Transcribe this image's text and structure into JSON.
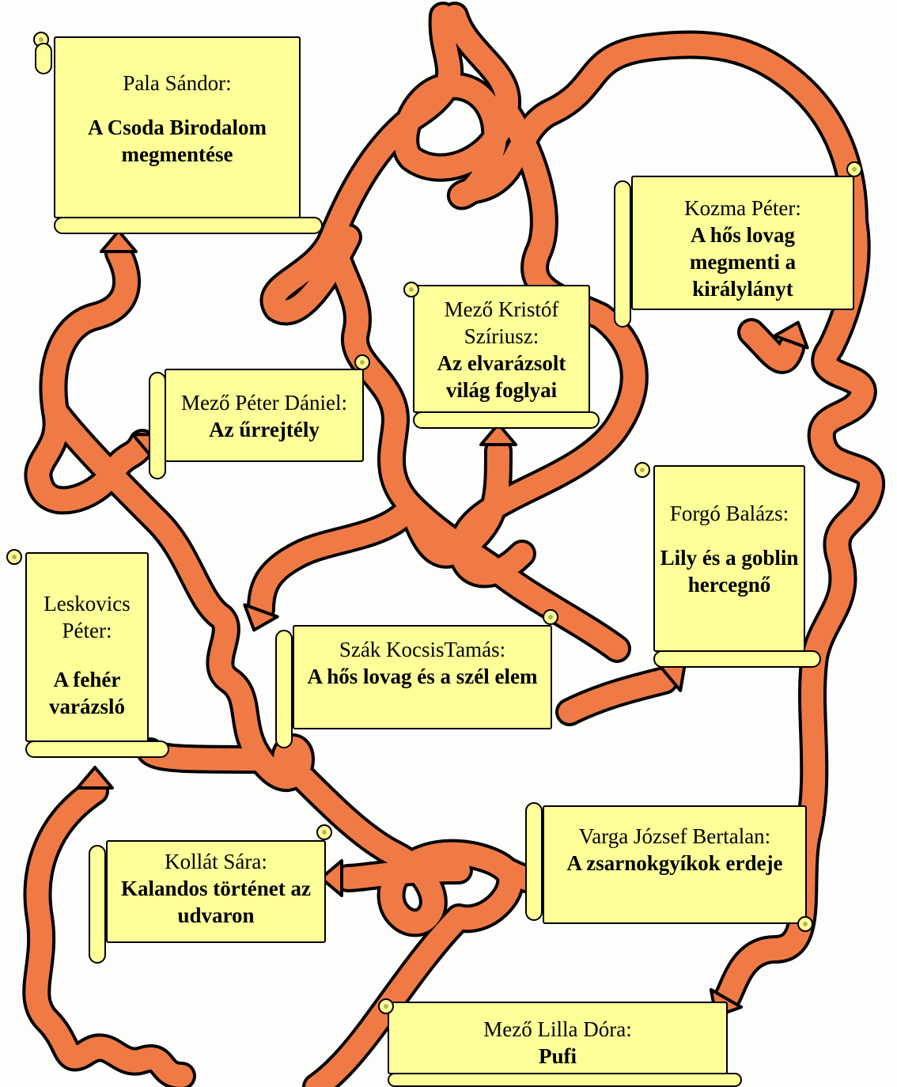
{
  "colors": {
    "vine": "#f07a45",
    "vine_outline": "#000000",
    "scroll_fill": "#ffff99"
  },
  "scrolls": [
    {
      "id": "pala",
      "author": "Pala Sándor:",
      "title": "A Csoda Birodalom megmentése"
    },
    {
      "id": "kozma",
      "author": "Kozma Péter:",
      "title": "A hős lovag megmenti a királylányt"
    },
    {
      "id": "kristof",
      "author": "Mező Kristóf Szíriusz:",
      "title": "Az elvarázsolt világ foglyai"
    },
    {
      "id": "daniel",
      "author": "Mező Péter Dániel:",
      "title": "Az űrrejtély"
    },
    {
      "id": "forgo",
      "author": "Forgó Balázs:",
      "title": "Lily és a goblin hercegnő"
    },
    {
      "id": "leskovics",
      "author": "Leskovics Péter:",
      "title": "A fehér varázsló"
    },
    {
      "id": "szak",
      "author": "Szák KocsisTamás:",
      "title": "A hős lovag és a szél elem"
    },
    {
      "id": "varga",
      "author": "Varga József Bertalan:",
      "title": "A zsarnokgyíkok erdeje"
    },
    {
      "id": "kollat",
      "author": "Kollát Sára:",
      "title": "Kalandos történet az udvaron"
    },
    {
      "id": "lilla",
      "author": "Mező Lilla Dóra:",
      "title": "Pufi"
    }
  ]
}
